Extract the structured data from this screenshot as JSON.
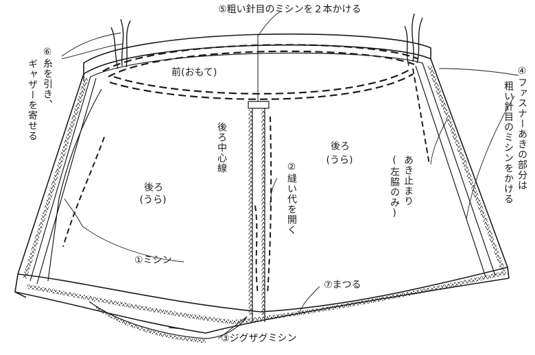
{
  "labels": {
    "step1": "①ミシン",
    "step2": "②縫い代を開く",
    "step3": "③ジグザグミシン",
    "step4_line1": "④ファスナーあきの部分は",
    "step4_line2": "粗い針目のミシンをかける",
    "step5": "⑤粗い針目のミシンを２本かける",
    "step6_line1": "⑥糸を引き、",
    "step6_line2": "ギャザーを寄せる",
    "step7": "⑦まつる",
    "front": "前(おもて)",
    "back_left": "後ろ",
    "back_left_sub": "(うら)",
    "back_right": "後ろ",
    "back_right_sub": "(うら)",
    "center_back_line": "後ろ中心線",
    "opening_end_line1": "あき止まり",
    "opening_end_line2": "(左脇のみ)"
  },
  "colors": {
    "line": "#1a1a1a",
    "paper": "#ffffff"
  }
}
